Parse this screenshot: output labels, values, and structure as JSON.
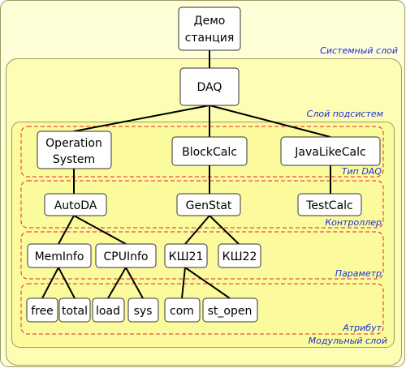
{
  "colors": {
    "layer_outer": "#fefed7",
    "layer_mid": "#fdfdb4",
    "layer_inner": "#fbfb9e",
    "group_border": "#e0262a",
    "label_text": "#1c2fd8",
    "edge": "#000000",
    "node_fill": "#ffffff",
    "node_border": "#333333"
  },
  "layers": {
    "system": "Системный слой",
    "subsystem": "Слой подсистем",
    "module": "Модульный слой"
  },
  "groups": {
    "daq_type": "Тип DAQ",
    "controller": "Контроллер",
    "parameter": "Параметр",
    "attribute": "Атрибут"
  },
  "nodes": {
    "demo": [
      "Демо",
      "станция"
    ],
    "daq": "DAQ",
    "operation_system": [
      "Operation",
      "System"
    ],
    "blockcalc": "BlockCalc",
    "javalikecalc": "JavaLikeCalc",
    "autoda": "AutoDA",
    "genstat": "GenStat",
    "testcalc": "TestCalc",
    "meminfo": "MemInfo",
    "cpuinfo": "CPUInfo",
    "ksh21": "КШ21",
    "ksh22": "КШ22",
    "free": "free",
    "total": "total",
    "load": "load",
    "sys": "sys",
    "com": "com",
    "st_open": "st_open"
  }
}
